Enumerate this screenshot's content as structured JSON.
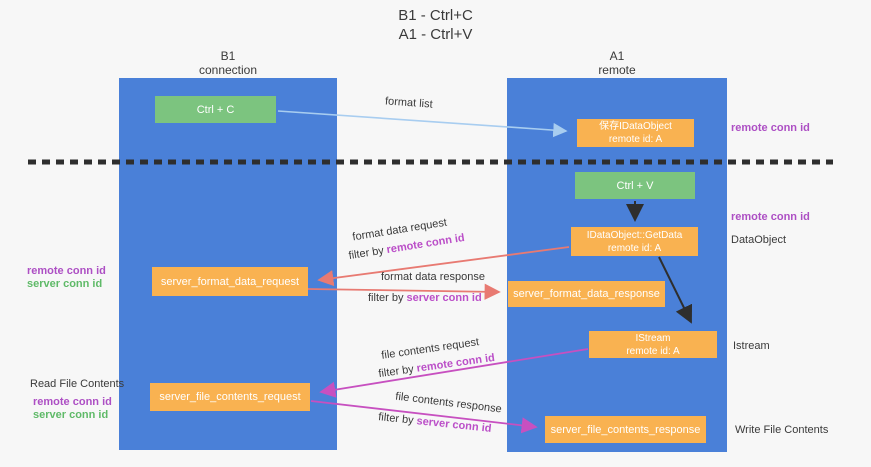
{
  "title": {
    "line1": "B1 - Ctrl+C",
    "line2": "A1 - Ctrl+V"
  },
  "lanes": {
    "left": {
      "header_line1": "B1",
      "header_line2": "connection"
    },
    "right": {
      "header_line1": "A1",
      "header_line2": "remote"
    }
  },
  "boxes": {
    "ctrl_c": "Ctrl + C",
    "ctrl_v": "Ctrl + V",
    "store_dataobject": {
      "line1": "保存IDataObject",
      "line2": "remote id: A"
    },
    "getdata": {
      "line1": "IDataObject::GetData",
      "line2": "remote id: A"
    },
    "istream": {
      "line1": "IStream",
      "line2": "remote id: A"
    },
    "format_request": "server_format_data_request",
    "format_response": "server_format_data_response",
    "file_request": "server_file_contents_request",
    "file_response": "server_file_contents_response"
  },
  "annotations": {
    "format_list": "format list",
    "format_data_request": "format data request",
    "format_data_response": "format data response",
    "file_contents_request": "file contents request",
    "file_contents_response": "file contents response",
    "filter_by": "filter by",
    "remote_conn_id": "remote conn id",
    "server_conn_id": "server conn id"
  },
  "side_labels": {
    "right_remote_conn_id_top": "remote conn id",
    "right_remote_conn_id_mid": "remote conn id",
    "dataobject": "DataObject",
    "istream": "Istream",
    "write_file_contents": "Write File Contents",
    "left_remote_conn_id_mid": "remote conn id",
    "left_server_conn_id_mid": "server conn id",
    "read_file_contents": "Read File Contents",
    "left_remote_conn_id_bottom": "remote conn id",
    "left_server_conn_id_bottom": "server conn id"
  },
  "colors": {
    "background": "#f7f7f7",
    "lane_blue": "#4a80d8",
    "box_green": "#7cc47f",
    "box_orange": "#f9b251",
    "label_purple": "#ad4fc4",
    "label_green": "#5fba68",
    "arrow_light_blue": "#a8cdf0",
    "arrow_red": "#e87a72",
    "arrow_magenta": "#c750c0",
    "arrow_black": "#2e2e2e",
    "dashed_line": "#2e2e2e",
    "text_dark": "#3a3a3a"
  }
}
